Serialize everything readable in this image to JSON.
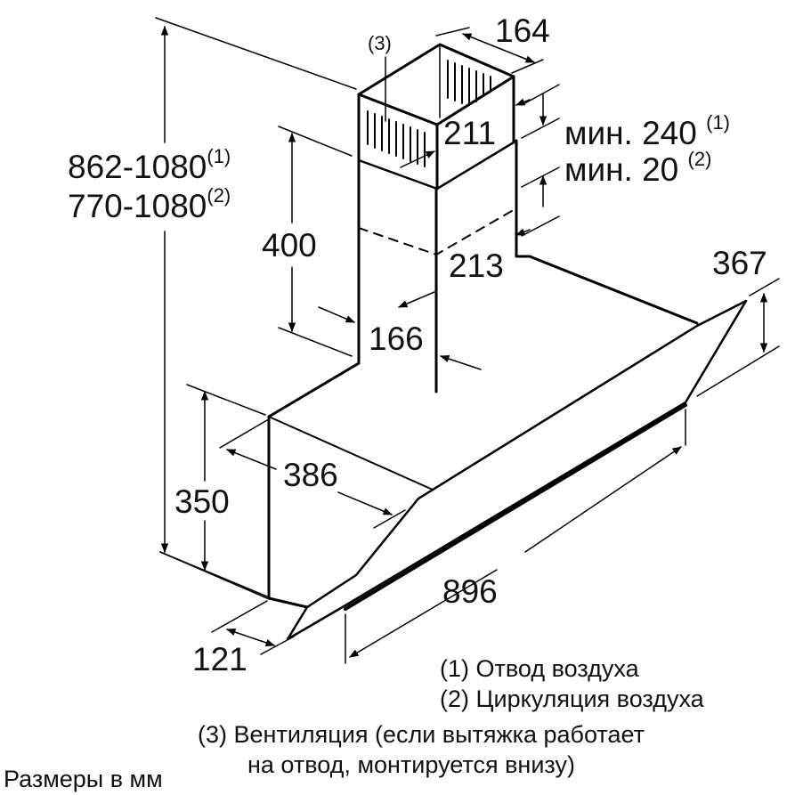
{
  "diagram": {
    "title": "Cooker hood dimension drawing",
    "units_note": "Размеры в мм",
    "dimensions": {
      "chimney_width_top": "164",
      "chimney_depth_top": "211",
      "chimney_inner_depth": "213",
      "chimney_lower_width": "166",
      "chimney_height": "400",
      "total_height_1": "862-1080",
      "total_height_1_ref": "(1)",
      "total_height_2": "770-1080",
      "total_height_2_ref": "(2)",
      "min_gap_1": "мин. 240",
      "min_gap_1_ref": "(1)",
      "min_gap_2": "мин. 20",
      "min_gap_2_ref": "(2)",
      "body_height": "350",
      "body_depth": "386",
      "front_offset": "121",
      "width": "896",
      "glass_height": "367"
    },
    "callout_3": "(3)",
    "legend": [
      {
        "ref": "(1)",
        "text": "Отвод воздуха"
      },
      {
        "ref": "(2)",
        "text": "Циркуляция воздуха"
      },
      {
        "ref": "(3)",
        "text": "Вентиляция (если вытяжка работает"
      },
      {
        "ref": "",
        "text": "на отвод, монтируется внизу)"
      }
    ],
    "colors": {
      "line": "#000000",
      "background": "#ffffff"
    }
  }
}
